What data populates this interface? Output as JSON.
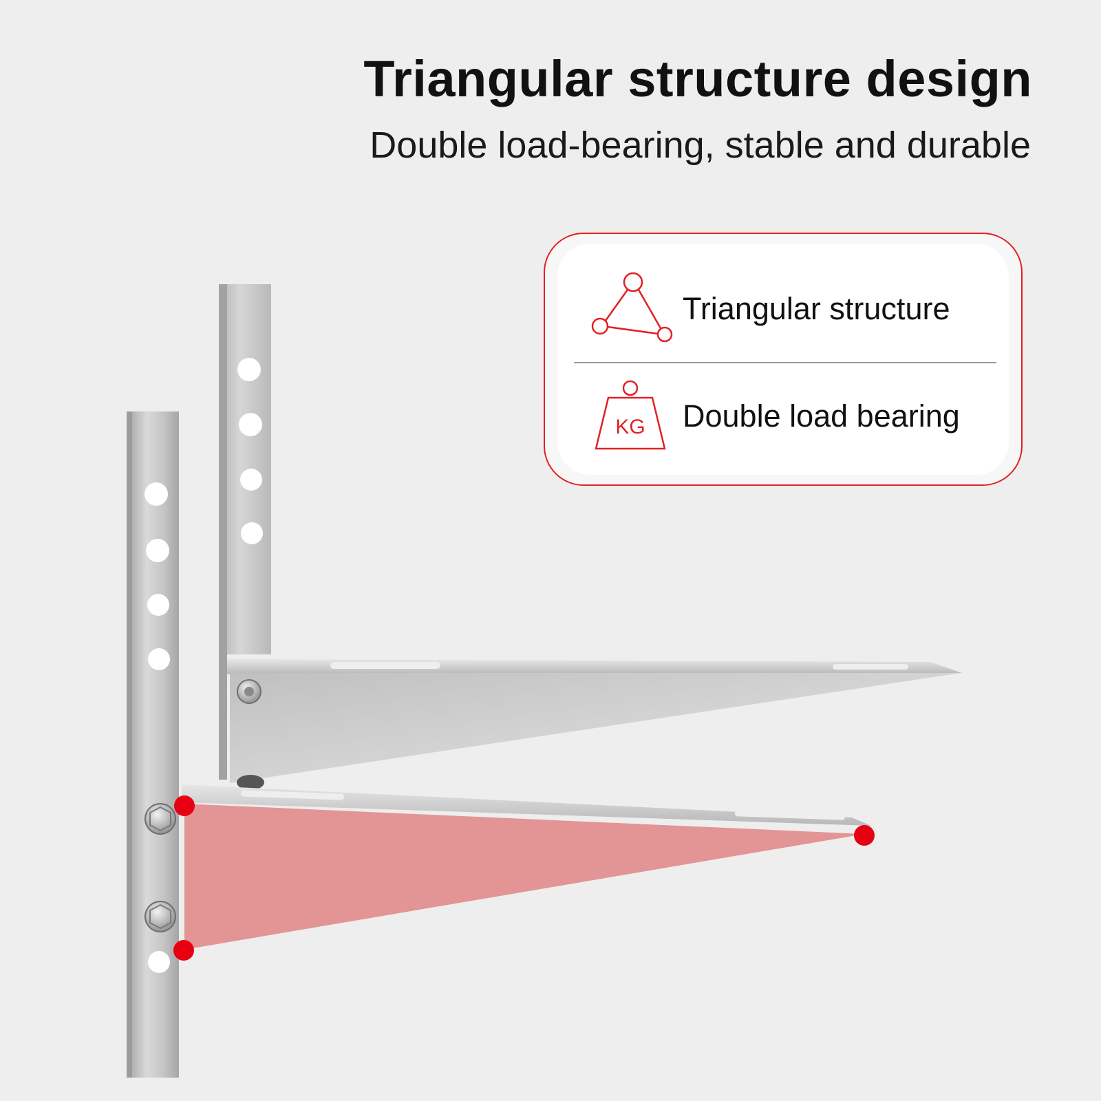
{
  "header": {
    "title": "Triangular structure design",
    "subtitle": "Double load-bearing, stable and durable"
  },
  "feature_card": {
    "features": [
      {
        "label": "Triangular structure",
        "icon": "triangle-structure-icon"
      },
      {
        "label": "Double load bearing",
        "icon": "kg-weight-icon"
      }
    ],
    "weight_icon_text": "KG"
  },
  "colors": {
    "accent_red": "#e32024",
    "highlight_pink": "#e39494",
    "steel_light": "#d2d2d2",
    "steel_dark": "#9a9a9a",
    "background": "#eeeeee"
  }
}
